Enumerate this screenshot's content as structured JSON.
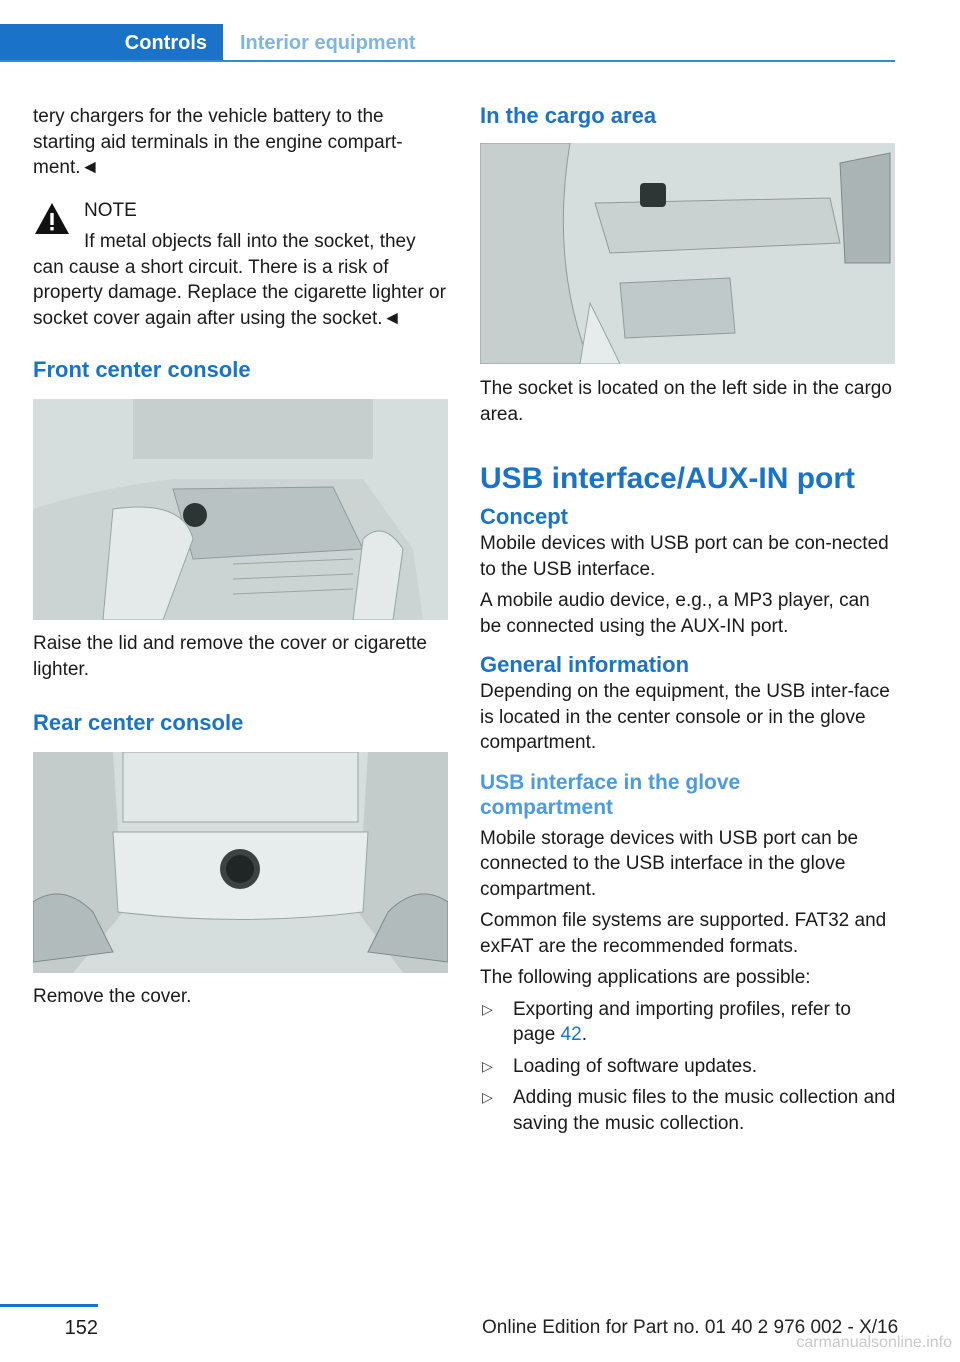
{
  "header": {
    "tab_active": "Controls",
    "tab_inactive": "Interior equipment"
  },
  "left": {
    "intro": "tery chargers for the vehicle battery to the starting aid terminals in the engine compart-ment.◄",
    "note_title": "NOTE",
    "note_text": "If metal objects fall into the socket, they can cause a short circuit. There is a risk of property damage. Replace the cigarette lighter or socket cover again after using the socket.◄",
    "front_heading": "Front center console",
    "front_text": "Raise the lid and remove the cover or cigarette lighter.",
    "rear_heading": "Rear center console",
    "rear_text": "Remove the cover."
  },
  "right": {
    "cargo_heading": "In the cargo area",
    "cargo_text": "The socket is located on the left side in the cargo area.",
    "usb_heading": "USB interface/AUX-IN port",
    "concept_heading": "Concept",
    "concept_p1": "Mobile devices with USB port can be con-nected to the USB interface.",
    "concept_p2": "A mobile audio device, e.g., a MP3 player, can be connected using the AUX-IN port.",
    "general_heading": "General information",
    "general_text": "Depending on the equipment, the USB inter-face is located in the center console or in the glove compartment.",
    "glove_heading": "USB interface in the glove compartment",
    "glove_p1": "Mobile storage devices with USB port can be connected to the USB interface in the glove compartment.",
    "glove_p2": "Common file systems are supported. FAT32 and exFAT are the recommended formats.",
    "glove_p3": "The following applications are possible:",
    "list": [
      {
        "text_before": "Exporting and importing profiles, refer to page ",
        "link": "42",
        "text_after": "."
      },
      {
        "text": "Loading of software updates."
      },
      {
        "text": "Adding music files to the music collection and saving the music collection."
      }
    ]
  },
  "footer": {
    "page": "152",
    "edition": "Online Edition for Part no. 01 40 2 976 002 - X/16",
    "watermark": "carmanualsonline.info"
  }
}
